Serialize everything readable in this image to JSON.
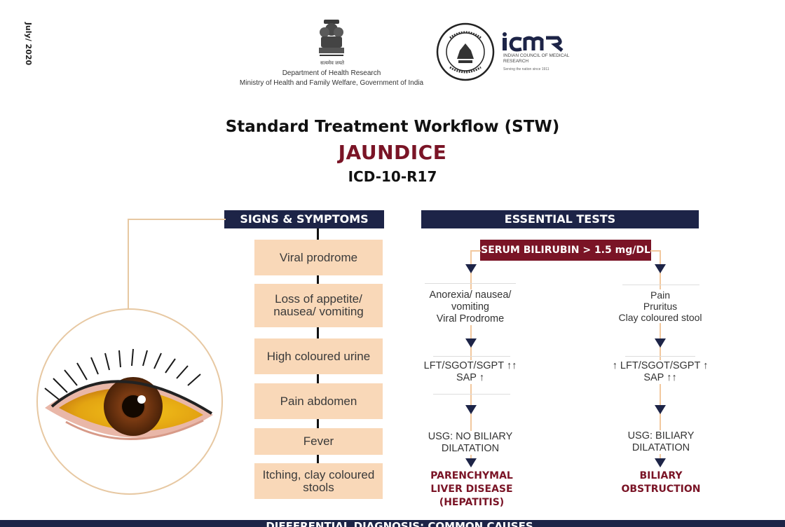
{
  "header": {
    "date": "July/ 2020",
    "emblem_caption": "सत्यमेव जयते",
    "department": "Department of Health Research",
    "ministry": "Ministry of Health and Family Welfare, Government of India",
    "seal_text": "INDIAN COUNCIL OF MEDICAL RESEARCH",
    "icmr_logo": "icmr",
    "icmr_subtitle": "INDIAN COUNCIL OF MEDICAL RESEARCH",
    "icmr_tagline": "Serving the nation since 1911"
  },
  "title": "Standard Treatment Workflow (STW)",
  "disease": "JAUNDICE",
  "icd_code": "ICD-10-R17",
  "signs": {
    "heading": "SIGNS & SYMPTOMS",
    "items": [
      "Viral prodrome",
      "Loss of appetite/ nausea/ vomiting",
      "High coloured urine",
      "Pain abdomen",
      "Fever",
      "Itching, clay coloured stools"
    ]
  },
  "tests": {
    "heading": "ESSENTIAL TESTS",
    "serum": "SERUM BILIRUBIN > 1.5 mg/DL",
    "left": {
      "symptoms_1": "Anorexia/ nausea/",
      "symptoms_2": "vomiting",
      "symptoms_3": "Viral Prodrome",
      "lft": "LFT/SGOT/SGPT",
      "sap": "SAP",
      "usg_1": "USG: NO BILIARY",
      "usg_2": "DILATATION",
      "result_1": "PARENCHYMAL",
      "result_2": "LIVER DISEASE",
      "result_3": "(HEPATITIS)"
    },
    "right": {
      "symptoms_1": "Pain",
      "symptoms_2": "Pruritus",
      "symptoms_3": "Clay coloured stool",
      "lft": "LFT/SGOT/SGPT",
      "sap": "SAP",
      "usg_1": "USG: BILIARY",
      "usg_2": "DILATATION",
      "result_1": "BILIARY",
      "result_2": "OBSTRUCTION"
    }
  },
  "footer_cut": "DIFFERENTIAL DIAGNOSIS: COMMON CAUSES",
  "colors": {
    "navy": "#1d2447",
    "maroon": "#7a1426",
    "peach": "#f9d8b8",
    "line": "#f2c89e"
  }
}
